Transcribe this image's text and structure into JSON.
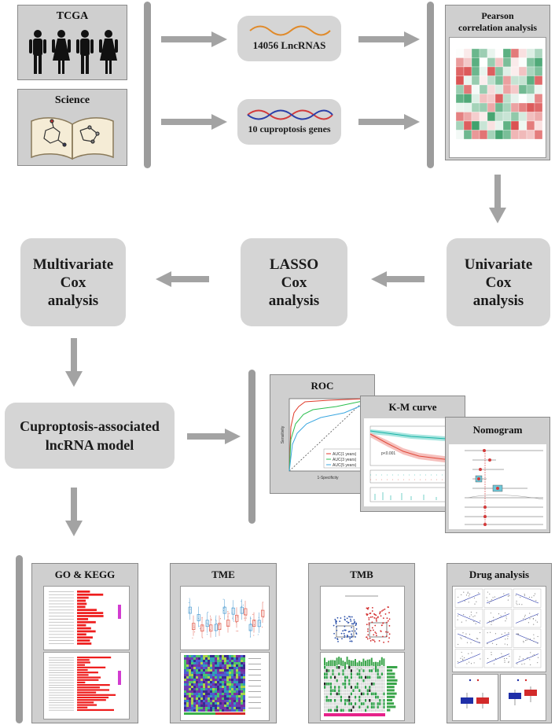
{
  "sources": {
    "tcga": "TCGA",
    "science": "Science"
  },
  "inputs": {
    "lncrnas": "14056 LncRNAS",
    "genes": "10 cuproptosis genes"
  },
  "pearson": {
    "title_line1": "Pearson",
    "title_line2": "correlation analysis"
  },
  "steps": {
    "univariate": [
      "Univariate",
      "Cox",
      "analysis"
    ],
    "lasso": [
      "LASSO",
      "Cox",
      "analysis"
    ],
    "multivariate": [
      "Multivariate",
      "Cox",
      "analysis"
    ]
  },
  "model": {
    "line1": "Cuproptosis-associated",
    "line2": "lncRNA model"
  },
  "validation": {
    "roc": "ROC",
    "km": "K-M curve",
    "nomogram": "Nomogram",
    "roc_axes": {
      "x": "1-Specificity",
      "y": "Sensitivity"
    },
    "roc_legend": [
      "AUC(1 years)",
      "AUC(3 years)",
      "AUC(5 years)"
    ],
    "km_pvalue": "p<0.001"
  },
  "analyses": {
    "go": "GO & KEGG",
    "tme": "TME",
    "tmb": "TMB",
    "drug": "Drug analysis"
  },
  "colors": {
    "box": "#d5d5d5",
    "arrow": "#a3a3a3",
    "bar": "#9c9c9c"
  }
}
